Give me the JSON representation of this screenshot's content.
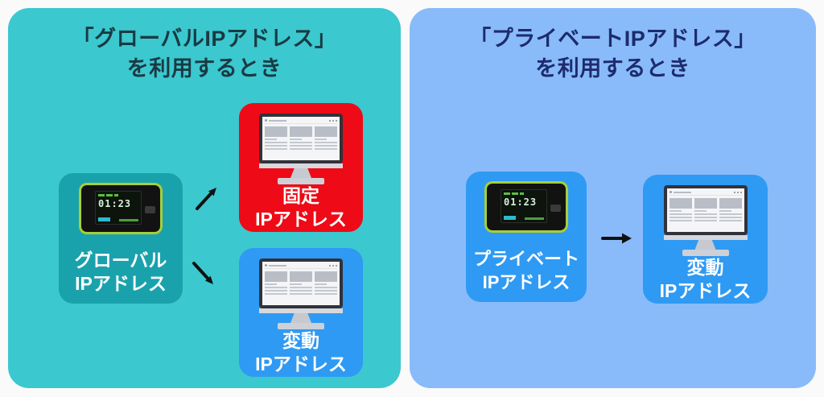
{
  "colors": {
    "page_background": "#fafafa",
    "left_panel_background": "#3bc8cf",
    "left_title_text": "#1a3a43",
    "source_teal_box": "#1aa2ac",
    "fixed_red_box": "#ee0a16",
    "dynamic_blue_box": "#2f9af3",
    "right_panel_background": "#89bbfa",
    "right_title_text": "#1d2b6d",
    "box_label_text": "#ffffff",
    "arrow": "#111111",
    "router_frame": "#a8ce38"
  },
  "icons": {
    "router": "mobile-wifi-router-icon",
    "monitor": "desktop-computer-icon",
    "arrow_up_right": "↗",
    "arrow_down_right": "↘",
    "arrow_right": "→"
  },
  "router_screen": {
    "time": "01:23"
  },
  "left_panel": {
    "title_line1": "「グローバルIPアドレス」",
    "title_line2": "を利用するとき",
    "source": {
      "line1": "グローバル",
      "line2": "IPアドレス"
    },
    "fixed_target": {
      "line1": "固定",
      "line2": "IPアドレス"
    },
    "dynamic_target": {
      "line1": "変動",
      "line2": "IPアドレス"
    }
  },
  "right_panel": {
    "title_line1": "「プライベートIPアドレス」",
    "title_line2": "を利用するとき",
    "source": {
      "line1": "プライベート",
      "line2": "IPアドレス"
    },
    "dynamic_target": {
      "line1": "変動",
      "line2": "IPアドレス"
    }
  }
}
